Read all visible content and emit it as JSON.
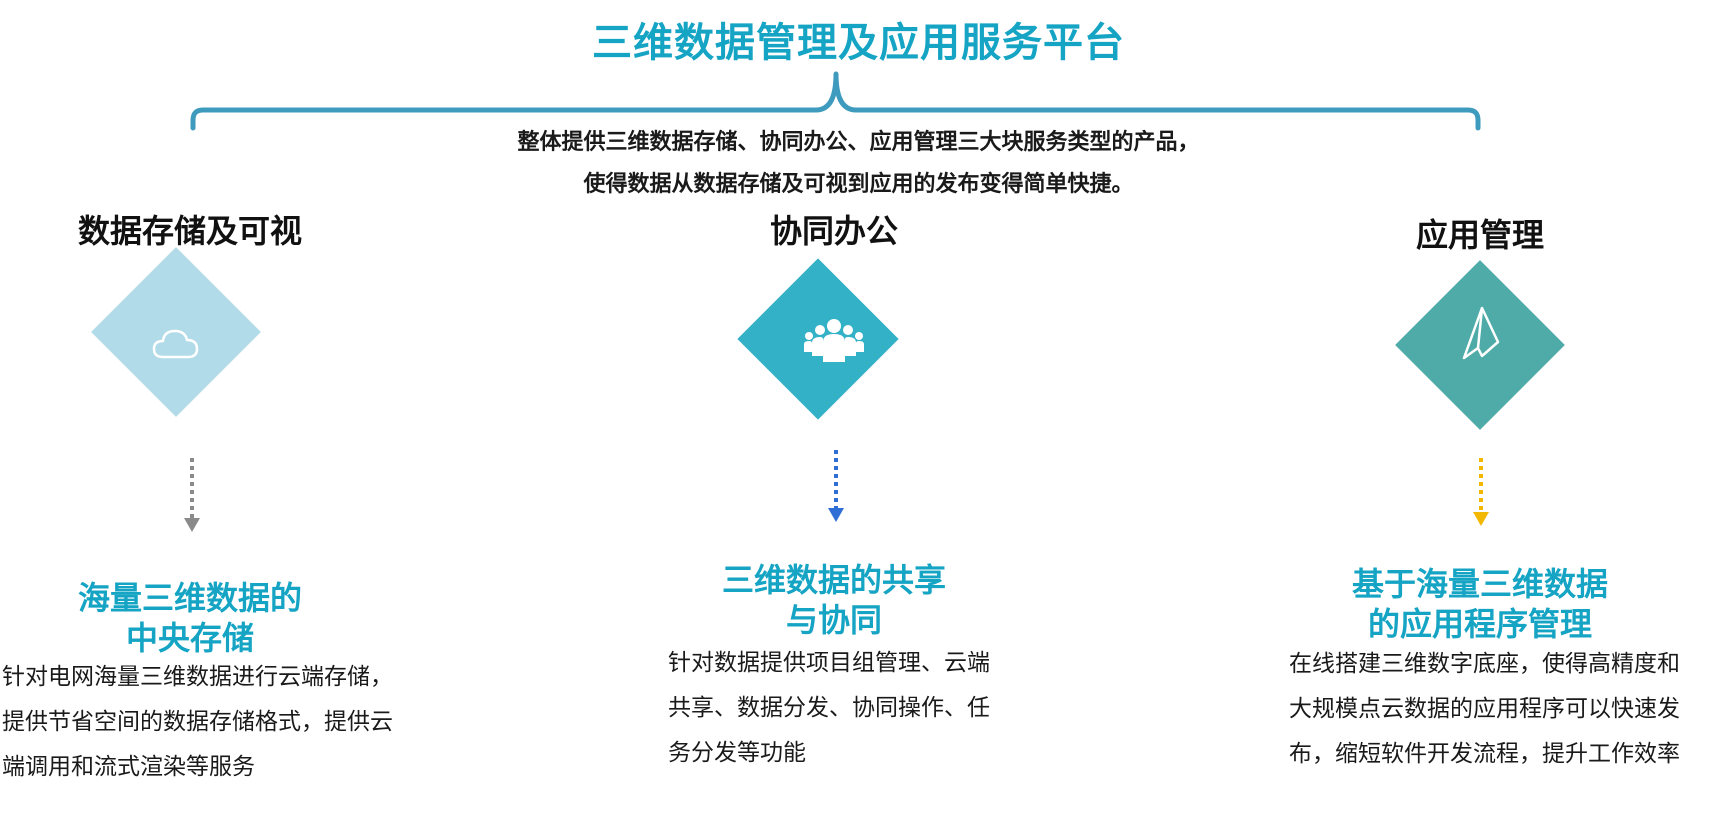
{
  "header": {
    "title": "三维数据管理及应用服务平台",
    "intro_line1": "整体提供三维数据存储、协同办公、应用管理三大块服务类型的产品，",
    "intro_line2": "使得数据从数据存储及可视到应用的发布变得简单快捷。"
  },
  "colors": {
    "title": "#16a4c4",
    "brace": "#3f9bbd",
    "diamond_left": "#b1dbe8",
    "diamond_mid": "#33b1c7",
    "diamond_right": "#4faba8",
    "arrow_left": "#8a8a8a",
    "arrow_mid": "#2f6fd6",
    "arrow_right": "#f2b800"
  },
  "columns": [
    {
      "title": "数据存储及可视",
      "icon": "cloud-icon",
      "feature_line1": "海量三维数据的",
      "feature_line2": "中央存储",
      "desc_lines": [
        "针对电网海量三维数据进行云端存储，",
        "提供节省空间的数据存储格式，提供云",
        "端调用和流式渲染等服务"
      ]
    },
    {
      "title": "协同办公",
      "icon": "team-icon",
      "feature_line1": "三维数据的共享",
      "feature_line2": "与协同",
      "desc_lines": [
        "针对数据提供项目组管理、云端",
        "共享、数据分发、协同操作、任",
        "务分发等功能"
      ]
    },
    {
      "title": "应用管理",
      "icon": "paper-plane-icon",
      "feature_line1": "基于海量三维数据",
      "feature_line2": "的应用程序管理",
      "desc_lines": [
        "在线搭建三维数字底座，使得高精度和",
        "大规模点云数据的应用程序可以快速发",
        "布，缩短软件开发流程，提升工作效率"
      ]
    }
  ]
}
